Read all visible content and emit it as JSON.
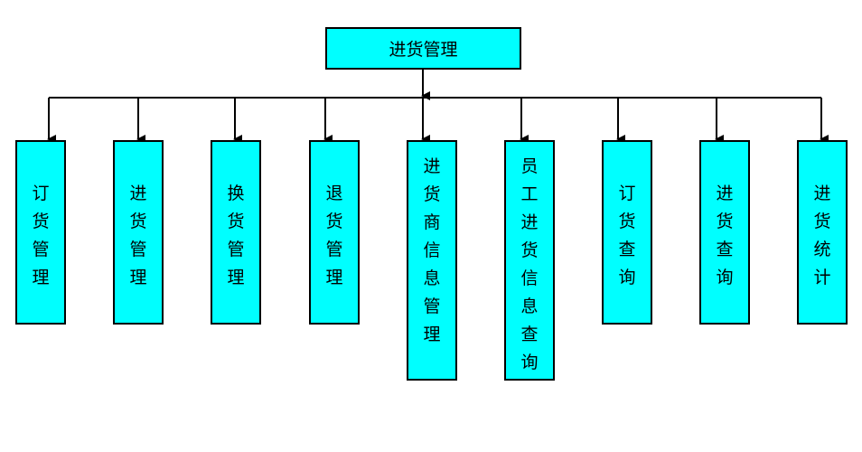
{
  "root": {
    "label": "进货管理"
  },
  "children": [
    {
      "label": "订货管理"
    },
    {
      "label": "进货管理"
    },
    {
      "label": "换货管理"
    },
    {
      "label": "退货管理"
    },
    {
      "label": "进货商信息管理"
    },
    {
      "label": "员工进货信息查询"
    },
    {
      "label": "订货查询"
    },
    {
      "label": "进货查询"
    },
    {
      "label": "进货统计"
    }
  ],
  "colors": {
    "box_fill": "#00ffff",
    "border": "#000000",
    "line": "#000000"
  }
}
